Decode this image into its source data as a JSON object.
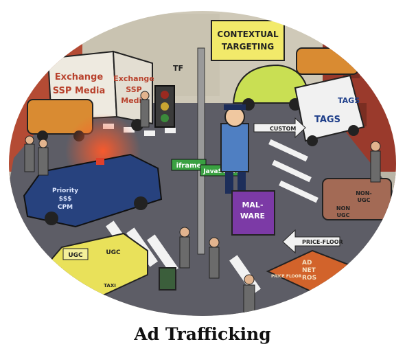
{
  "caption": "Ad Trafficking",
  "signature": "TF",
  "signs": {
    "billboard": [
      "CONTEXTUAL",
      "TARGETING"
    ],
    "truck_left_side": [
      "Exchange",
      "SSP Media"
    ],
    "truck_left_back": [
      "Exchange",
      "SSP",
      "Media"
    ],
    "tags_truck_side": "TAGS",
    "tags_truck_back": "TAGS",
    "custom_arrow": "CUSTOM",
    "street_sign_iframe": "iframe",
    "street_sign_javascript": "JavaScript",
    "police_car_door": [
      "Priority",
      "$$$",
      "CPM"
    ],
    "malware_bag": [
      "MAL-",
      "WARE"
    ],
    "price_floor_arrow": "PRICE-FLOOR",
    "taxi_roof": "UGC",
    "taxi_hood": "UGC",
    "taxi_door": "TAXI",
    "car_right_labels": [
      "NON-",
      "UGC",
      "NON",
      "UGC"
    ],
    "crate_label": [
      "AD",
      "NET",
      "ROS"
    ],
    "crate_label_small": "PRICE FLOOR"
  },
  "colors": {
    "road": "#5d5d66",
    "crosswalk": "#f2f2f2",
    "building_left": "#b44b34",
    "building_right": "#9a3a2c",
    "billboard": "#f2ea6a",
    "police_car": "#27427e",
    "taxi": "#e9e15a",
    "beetle": "#c9df53",
    "orange_car": "#d98b32",
    "malware_bag": "#7c3aa6",
    "sidewalk": "#b9b4a6",
    "street_sign": "#3aa142"
  }
}
